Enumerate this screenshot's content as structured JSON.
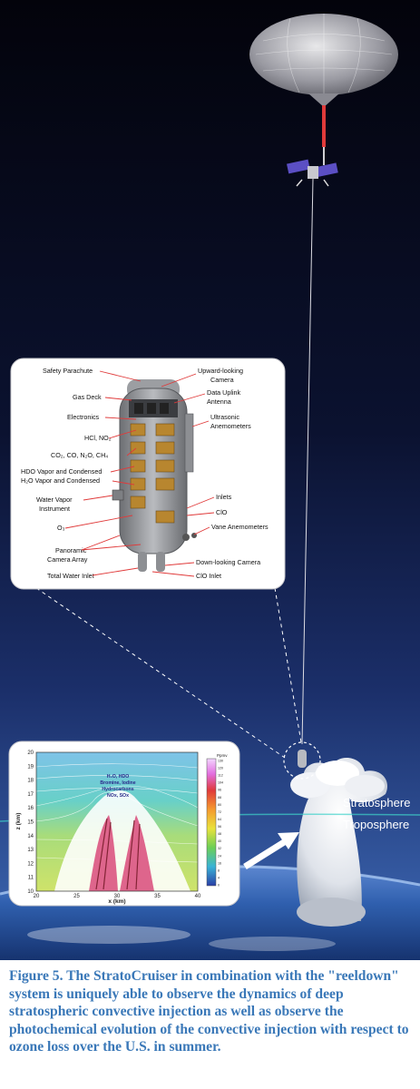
{
  "gondola_labels": [
    {
      "text": "Safety Parachute"
    },
    {
      "text": "Gas Deck"
    },
    {
      "text": "Electronics"
    },
    {
      "text": "HCl, NO₂"
    },
    {
      "text": "CO₂, CO, N₂O, CH₄"
    },
    {
      "text": "HDO Vapor and Condensed"
    },
    {
      "text": "H₂O Vapor and Condensed"
    },
    {
      "text": "Water Vapor"
    },
    {
      "text": "Instrument"
    },
    {
      "text": "O₃"
    },
    {
      "text": "Panoramic"
    },
    {
      "text": "Camera Array"
    },
    {
      "text": "Total Water Inlet"
    },
    {
      "text": "Upward-looking"
    },
    {
      "text": "Camera"
    },
    {
      "text": "Data Uplink"
    },
    {
      "text": "Antenna"
    },
    {
      "text": "Ultrasonic"
    },
    {
      "text": "Anemometers"
    },
    {
      "text": "Inlets"
    },
    {
      "text": "ClO"
    },
    {
      "text": "Vane Anemometers"
    },
    {
      "text": "Down-looking Camera"
    },
    {
      "text": "ClO Inlet"
    }
  ],
  "atmosphere_labels": {
    "stratosphere": "Stratosphere",
    "troposphere": "Troposphere"
  },
  "inset_plot": {
    "xlabel": "x (km)",
    "ylabel": "z (km)",
    "x_ticks": [
      "20",
      "25",
      "30",
      "35",
      "40"
    ],
    "y_ticks": [
      "10",
      "11",
      "12",
      "13",
      "14",
      "15",
      "16",
      "17",
      "18",
      "19",
      "20"
    ],
    "colorbar_title": "Ppmv",
    "colorbar_ticks": [
      "130",
      "120",
      "112",
      "104",
      "96",
      "88",
      "80",
      "72",
      "64",
      "56",
      "48",
      "40",
      "32",
      "24",
      "16",
      "8",
      "4",
      "0"
    ],
    "species": [
      "H₂O, HDO",
      "Bromine, Iodine",
      "Hydrocarbons",
      "NOx, SOx"
    ]
  },
  "caption": "Figure 5. The StratoCruiser in combination with the \"reeldown\" system is uniquely able to observe the dynamics of deep stratospheric convective injection as well as observe the photochemical evolution of the convective injection with respect to ozone loss over the U.S. in summer.",
  "colors": {
    "sky_top": "#04040d",
    "sky_bottom": "#2f4f98",
    "caption_text": "#3a78b8",
    "arrow": "#e03a3a"
  }
}
